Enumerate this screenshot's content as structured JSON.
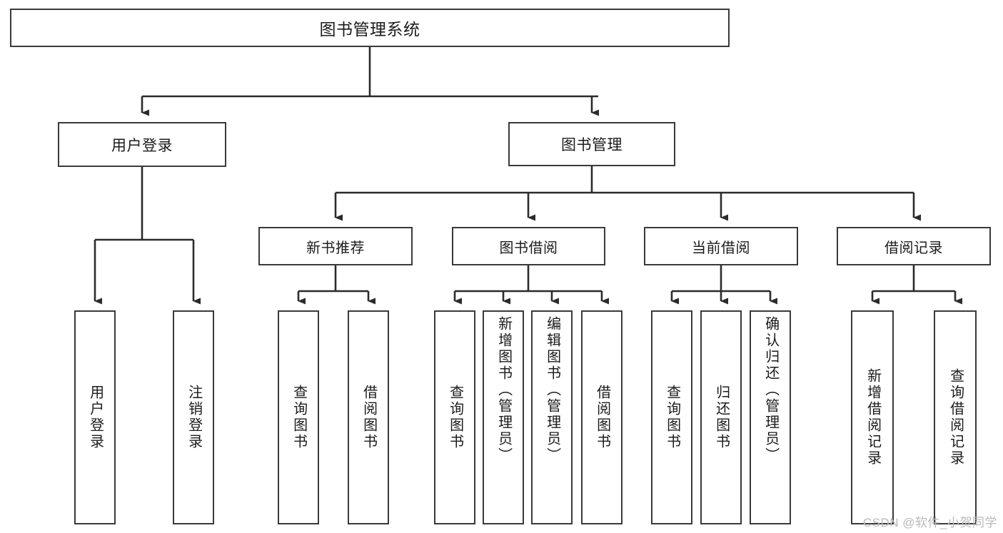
{
  "diagram": {
    "type": "tree-hierarchy-chart",
    "title": "图书管理系统",
    "colors": {
      "background": "#ffffff",
      "border": "#3a3a3a",
      "text": "#1b1b1b",
      "connector": "#2b2b2b",
      "watermark": "#b9b9b9"
    },
    "root": {
      "label": "图书管理系统"
    },
    "level1": [
      {
        "label": "用户登录"
      },
      {
        "label": "图书管理"
      }
    ],
    "level2": [
      {
        "label": "新书推荐"
      },
      {
        "label": "图书借阅"
      },
      {
        "label": "当前借阅"
      },
      {
        "label": "借阅记录"
      }
    ],
    "leaves": {
      "user_login": [
        {
          "label": "用户登录"
        },
        {
          "label": "注销登录"
        }
      ],
      "new_book_recommend": [
        {
          "label": "查询图书"
        },
        {
          "label": "借阅图书"
        }
      ],
      "book_borrow": [
        {
          "label": "查询图书"
        },
        {
          "label": "新增图书（管理员）"
        },
        {
          "label": "编辑图书（管理员）"
        },
        {
          "label": "借阅图书"
        }
      ],
      "current_borrow": [
        {
          "label": "查询图书"
        },
        {
          "label": "归还图书"
        },
        {
          "label": "确认归还（管理员）"
        }
      ],
      "borrow_record": [
        {
          "label": "新增借阅记录"
        },
        {
          "label": "查询借阅记录"
        }
      ]
    }
  },
  "watermark": {
    "text": "CSDN @软件_小贺同学"
  }
}
